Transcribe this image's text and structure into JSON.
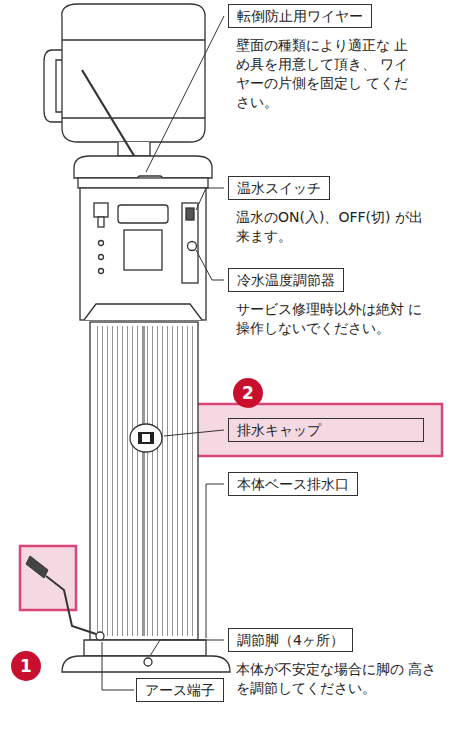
{
  "diagram": {
    "nodes": [
      {
        "text": [
          "転倒防止用ワイヤー",
          "壁面の種類により適正な 止め具を用意して頂き、 ワイヤーの片側を固定し てください。"
        ]
      },
      {
        "text": [
          "温水スイッチ",
          "温水のON(入)、OFF(切) が出来ます。"
        ]
      },
      {
        "text": [
          "冷水温度調節器",
          "サービス修理時以外は絶対 に操作しないでください。"
        ]
      },
      {
        "text": [
          "排水キャップ"
        ]
      },
      {
        "text": [
          "本体ベース排水口"
        ]
      },
      {
        "text": [
          "調節脚（4ヶ所）",
          "本体が不安定な場合に脚の 高さを調節してください。"
        ]
      },
      {
        "text": [
          "アース端子"
        ]
      }
    ],
    "labels": [
      "1",
      "2"
    ]
  }
}
